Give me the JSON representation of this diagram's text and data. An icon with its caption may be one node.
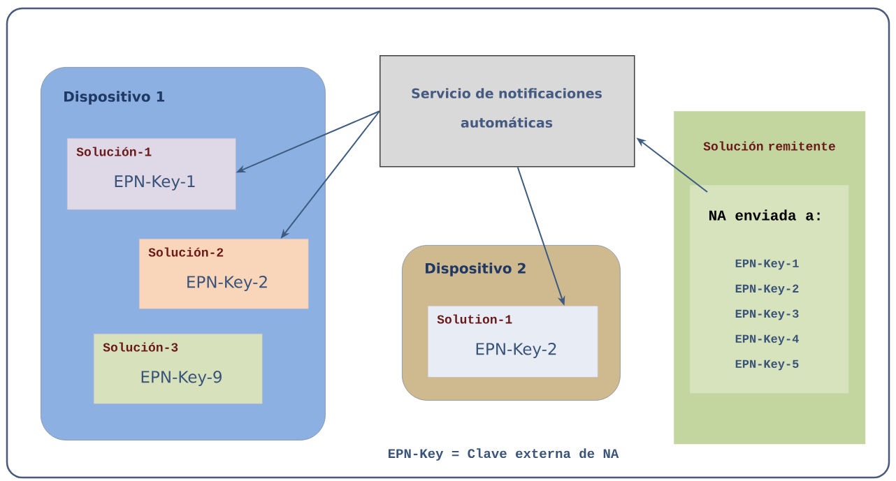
{
  "diagram": {
    "nodes": [
      {
        "text": [
          "Dispositivo 1"
        ]
      },
      {
        "text": [
          "Solución-1",
          "EPN-Key-1"
        ],
        "in": 0
      },
      {
        "text": [
          "Solución-2",
          "EPN-Key-2"
        ],
        "in": 0
      },
      {
        "text": [
          "Solución-3",
          "EPN-Key-9"
        ],
        "in": 0
      },
      {
        "text": [
          "Servicio de notificaciones automáticas"
        ]
      },
      {
        "text": [
          "Dispositivo 2"
        ]
      },
      {
        "text": [
          "Solution-1",
          "EPN-Key-2"
        ],
        "in": 5
      },
      {
        "text": [
          "Solución remitente"
        ]
      },
      {
        "text": [
          "NA enviada a:",
          "EPN-Key-1",
          "EPN-Key-2",
          "EPN-Key-3",
          "EPN-Key-4",
          "EPN-Key-5"
        ],
        "in": 7
      }
    ],
    "edges": [
      {
        "from": 4,
        "to": 1,
        "arrow": "to"
      },
      {
        "from": 4,
        "to": 2,
        "arrow": "to"
      },
      {
        "from": 4,
        "to": 6,
        "arrow": "to"
      },
      {
        "from": 8,
        "to": 4,
        "arrow": "to"
      }
    ],
    "labels": [
      "EPN-Key = Clave externa de NA"
    ]
  }
}
